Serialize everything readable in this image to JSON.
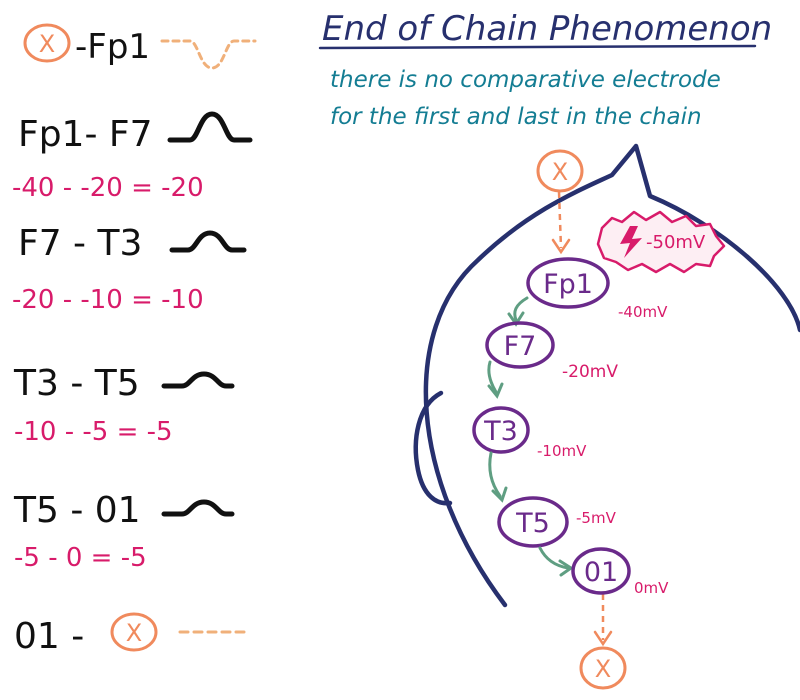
{
  "title": "End of Chain Phenomenon",
  "subtitle_lines": [
    "there is no comparative electrode",
    "for the first and last in the chain"
  ],
  "x_symbol": "X",
  "rows": [
    {
      "label": "-Fp1",
      "calc": ""
    },
    {
      "label": "Fp1- F7",
      "calc": "-40 - -20 = -20"
    },
    {
      "label": "F7 - T3",
      "calc": "-20 - -10 = -10"
    },
    {
      "label": "T3 - T5",
      "calc": "-10 - -5 = -5"
    },
    {
      "label": "T5 - 01",
      "calc": "-5 - 0 = -5"
    },
    {
      "label": "01 -",
      "calc": ""
    }
  ],
  "electrodes": [
    {
      "name": "Fp1",
      "voltage": "-40mV"
    },
    {
      "name": "F7",
      "voltage": "-20mV"
    },
    {
      "name": "T3",
      "voltage": "-10mV"
    },
    {
      "name": "T5",
      "voltage": "-5mV"
    },
    {
      "name": "01",
      "voltage": "0mV"
    }
  ],
  "source_voltage": "-50mV",
  "colors": {
    "black": "#111111",
    "magenta": "#d81b6a",
    "navy": "#27306e",
    "teal": "#147d93",
    "purple": "#6a2a8a",
    "green": "#5f9e82",
    "orange": "#f08a5d"
  }
}
